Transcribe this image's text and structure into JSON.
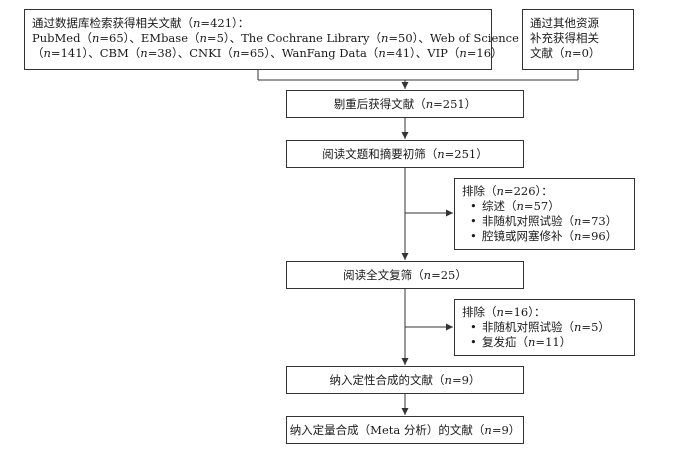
{
  "search": {
    "line1": "通过数据库检索获得相关文献（n=421）：",
    "line2": "PubMed（n=65）、EMbase（n=5）、The Cochrane Library（n=50）、Web of Science",
    "line3": "（n=141）、CBM（n=38）、CNKI（n=65）、WanFang Data（n=41）、VIP（n=16）"
  },
  "other_sources": {
    "line1": "通过其他资源",
    "line2": "补充获得相关",
    "line3": "文献（n=0）"
  },
  "dedup": "剔重后获得文献（n=251）",
  "title_abstract": "阅读文题和摘要初筛（n=251）",
  "exclusion1": {
    "header": "排除（n=226）：",
    "items": [
      "综述（n=57）",
      "非随机对照试验（n=73）",
      "腔镜或网塞修补（n=96）"
    ],
    "bullet": "•"
  },
  "fulltext": "阅读全文复筛（n=25）",
  "exclusion2": {
    "header": "排除（n=16）：",
    "items": [
      "非随机对照试验（n=5）",
      "复发疝（n=11）"
    ],
    "bullet": "•"
  },
  "qualitative": "纳入定性合成的文献（n=9）",
  "quantitative": "纳入定量合成（Meta 分析）的文献（n=9）",
  "colors": {
    "line": "#333333",
    "text": "#1a1a1a",
    "background": "#ffffff"
  }
}
